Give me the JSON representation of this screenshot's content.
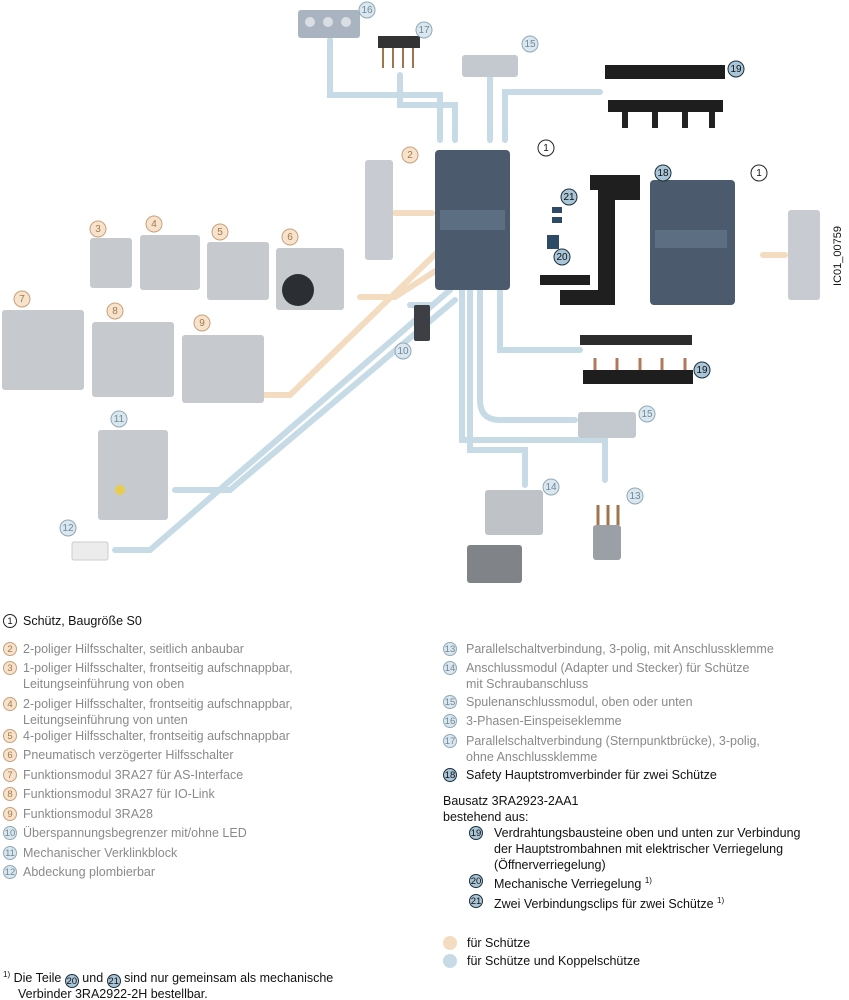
{
  "diagram": {
    "image_code": "IC01_00759",
    "callouts": [
      "16",
      "17",
      "15",
      "19",
      "1",
      "2",
      "18",
      "1",
      "21",
      "20",
      "3",
      "4",
      "5",
      "6",
      "7",
      "8",
      "9",
      "10",
      "19",
      "15",
      "11",
      "14",
      "13",
      "12"
    ],
    "colors": {
      "tan": "#f3dcc0",
      "blue": "#c7dbe7",
      "contactor": "#4b5b6d",
      "component": "#c9cdd2",
      "black_part": "#222222"
    }
  },
  "legend": {
    "items": [
      {
        "n": "1",
        "text": "Schütz, Baugröße S0"
      },
      {
        "n": "2",
        "text": "2-poliger Hilfsschalter, seitlich anbaubar"
      },
      {
        "n": "3",
        "text": "1-poliger Hilfsschalter, frontseitig aufschnappbar,",
        "text2": "Leitungseinführung von oben"
      },
      {
        "n": "4",
        "text": "2-poliger Hilfsschalter, frontseitig aufschnappbar,",
        "text2": "Leitungseinführung von unten"
      },
      {
        "n": "5",
        "text": "4-poliger Hilfsschalter, frontseitig aufschnappbar"
      },
      {
        "n": "6",
        "text": "Pneumatisch verzögerter Hilfsschalter"
      },
      {
        "n": "7",
        "text": "Funktionsmodul 3RA27 für AS-Interface"
      },
      {
        "n": "8",
        "text": "Funktionsmodul 3RA27 für IO-Link"
      },
      {
        "n": "9",
        "text": "Funktionsmodul 3RA28"
      },
      {
        "n": "10",
        "text": "Überspannungsbegrenzer mit/ohne LED"
      },
      {
        "n": "11",
        "text": "Mechanischer Verklinkblock"
      },
      {
        "n": "12",
        "text": "Abdeckung plombierbar"
      },
      {
        "n": "13",
        "text": "Parallelschaltverbindung, 3-polig, mit Anschlussklemme"
      },
      {
        "n": "14",
        "text": "Anschlussmodul (Adapter und Stecker) für Schütze",
        "text2": "mit Schraubanschluss"
      },
      {
        "n": "15",
        "text": "Spulenanschlussmodul, oben oder unten"
      },
      {
        "n": "16",
        "text": "3-Phasen-Einspeiseklemme"
      },
      {
        "n": "17",
        "text": "Parallelschaltverbindung (Sternpunktbrücke), 3-polig,",
        "text2": "ohne Anschlussklemme"
      },
      {
        "n": "18",
        "text": "Safety Hauptstromverbinder für zwei Schütze"
      }
    ],
    "kit": {
      "title": "Bausatz 3RA2923-2AA1",
      "subtitle": "bestehend aus:",
      "items": [
        {
          "n": "19",
          "text": "Verdrahtungsbausteine oben und unten zur Verbindung",
          "text2": "der Hauptstrombahnen mit elektrischer Verriegelung",
          "text3": "(Öffnerverriegelung)"
        },
        {
          "n": "20",
          "text": "Mechanische Verriegelung",
          "sup": "1)"
        },
        {
          "n": "21",
          "text": "Zwei Verbindungsclips für zwei Schütze",
          "sup": "1)"
        }
      ]
    },
    "color_key": [
      {
        "color": "#f3dcc0",
        "text": "für Schütze"
      },
      {
        "color": "#c7dbe7",
        "text": "für Schütze und Koppelschütze"
      }
    ],
    "footnote": {
      "mark": "1)",
      "text_a": "Die Teile",
      "n1": "20",
      "text_b": "und",
      "n2": "21",
      "text_c": "sind nur gemeinsam als mechanische",
      "line2": "Verbinder 3RA2922-2H bestellbar."
    }
  }
}
